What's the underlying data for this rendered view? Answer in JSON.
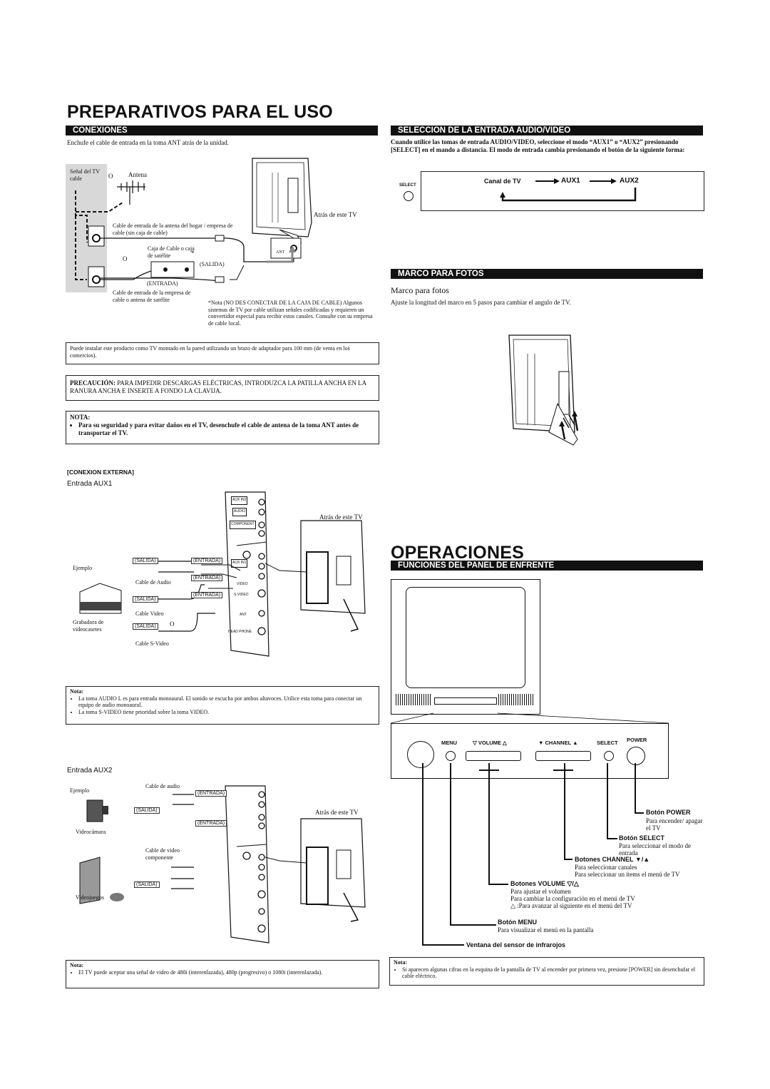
{
  "title_main": "PREPARATIVOS PARA EL USO",
  "title_ops": "OPERACIONES",
  "sections": {
    "conexiones": "CONEXIONES",
    "seleccion": "SELECCION DE LA ENTRADA AUDIO/VIDEO",
    "marco": "MARCO PARA FOTOS",
    "funciones": "FUNCIONES DEL PANEL DE ENFRENTE"
  },
  "conexiones": {
    "intro": "Enchufe el cable de entrada en la toma ANT atrás de la unidad.",
    "senal": "Señal del TV cable",
    "o1": "O",
    "antena": "Antena",
    "atras": "Atrás de este TV",
    "cable_antena": "Cable de entrada de la antena del hogar / empresa de cable (sin caja de cable)",
    "caja": "Caja de Cable o caja de satélite",
    "asterisk": "*",
    "o2": "O",
    "salida": "(SALIDA)",
    "entrada": "(ENTRADA)",
    "cable_empresa": "Cable de entrada de la empresa de cable o antena de satélite",
    "nota_caja": "*Nota (NO DES CONECTAR DE LA CAJA DE CABLE) Algunos sistemas de TV por cable utilizan señales codificadas y requieren un convertidor especial para recibir estos canales. Consulte con su empresa de cable local.",
    "ant_label": "ANT"
  },
  "wall_box": "Puede instalar este producto como TV montado en la pared utilizando un brazo de adaptador para 100 mm (de venta en los comercios).",
  "precaucion": {
    "label": "PRECAUCIÓN:",
    "text": " PARA IMPEDIR DESCARGAS ELÉCTRICAS, INTRODUZCA LA PATILLA ANCHA EN LA RANURA ANCHA E INSERTE A FONDO LA CLAVIJA."
  },
  "nota1": {
    "label": "NOTA:",
    "text": "Para su seguridad y para evitar daños en el TV, desenchufe el cable de antena de la toma ANT antes de transportar el TV."
  },
  "externa": {
    "title": "[CONEXION EXTERNA]",
    "aux1": "Entrada AUX1",
    "atras": "Atrás de este TV",
    "ejemplo": "Ejemplo",
    "salida": "(SALIDA)",
    "entrada": "(ENTRADA)",
    "cable_audio": "Cable de Audio",
    "cable_video": "Cable Video",
    "o": "O",
    "cable_svideo": "Cable S-Video",
    "grabadora": "Grabadora de videocasetes",
    "panel_aux2": "AUX IN2",
    "panel_audio": "AUDIO",
    "panel_component": "COMPONENT",
    "panel_aux1": "AUX IN1",
    "panel_video": "VIDEO",
    "panel_svideo": "S-VIDEO",
    "panel_ant": "ANT",
    "panel_head": "HEAD PHONE"
  },
  "nota2": {
    "label": "Nota:",
    "items": [
      "La toma AUDIO L es para entrada monoaural. El sonido se escucha por ambos altavoces. Utilice esta toma para conectar un equipo de audio monoaural.",
      "La toma S-VIDEO tiene prioridad sobre la toma VIDEO."
    ]
  },
  "aux2": {
    "title": "Entrada AUX2",
    "ejemplo": "Ejemplo",
    "cable_audio": "Cable de audio",
    "entrada": "(ENTRADA)",
    "salida": "(SALIDA)",
    "atras": "Atrás de este TV",
    "videocamara": "Videocámara",
    "cable_video_comp": "Cable de video componente",
    "videojuegos": "Videojuegos"
  },
  "nota3": {
    "label": "Nota:",
    "text": "El TV puede aceptar una señal de video de 480i (interenlazada), 480p (progresivo) o 1080i (interenlazada)."
  },
  "seleccion": {
    "text": "Cuando utilice las tomas de entrada AUDIO/VIDEO, seleccione el modo “AUX1” o “AUX2” presionando [SELECT] en el mando a distancia. El modo de entrada cambia presionando el botón de la siguiente forma:",
    "select_label": "SELECT",
    "canal": "Canal de TV",
    "aux1": "AUX1",
    "aux2": "AUX2"
  },
  "marco": {
    "subtitle": "Marco para fotos",
    "text": "Ajuste la longitud del marco en 5 pasos para cambiar el angulo de TV."
  },
  "panel": {
    "menu": "MENU",
    "volume": "▽ VOLUME △",
    "channel": "▼ CHANNEL ▲",
    "select": "SELECT",
    "power": "POWER"
  },
  "callouts": {
    "power_title": "Botón POWER",
    "power_desc": "Para encender/ apagar el TV",
    "select_title": "Botón SELECT",
    "select_desc": "Para seleccionar el modo de entrada",
    "channel_title": "Botones CHANNEL ▼/▲",
    "channel_desc1": "Para seleccionar canales",
    "channel_desc2": "Para seleccionar un ítems el menú de TV",
    "volume_title": "Botones VOLUME ▽/△",
    "volume_desc1": "Para ajustar el volumen",
    "volume_desc2": "Para cambiar la configuración en el menú de TV",
    "volume_desc3": "△ :Para avanzar al siguiente en el menú del TV",
    "menu_title": "Botón MENU",
    "menu_desc": "Para visualizar el menú en la pantalla",
    "sensor": "Ventana del sensor de infrarojos"
  },
  "nota4": {
    "label": "Nota:",
    "text": "Si aparecen algunas cifras en la esquina de la pantalla de TV al encender por primera vez, presione [POWER] sin desenchufar el cable eléctrico."
  }
}
